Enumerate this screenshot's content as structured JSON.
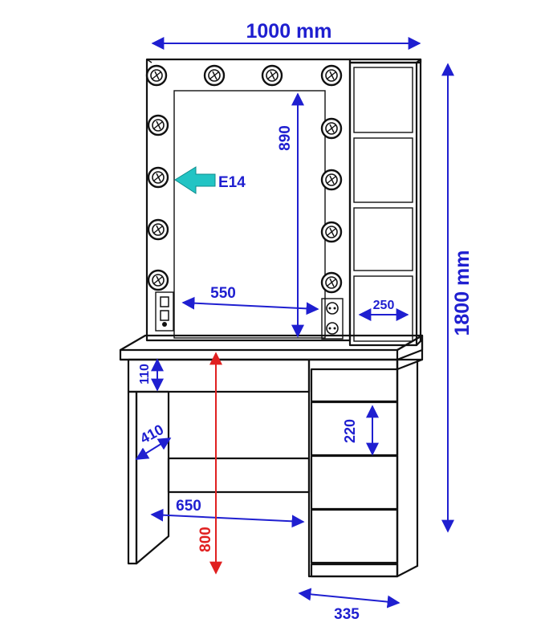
{
  "colors": {
    "dimension": "#1f1fd0",
    "height_dimension": "#e02020",
    "callout_arrow": "#22c4c4",
    "outline": "#111111"
  },
  "icons": {
    "bulb": "bulb-icon",
    "switch": "switch-icon",
    "socket": "socket-icon",
    "callout": "callout-arrow-icon"
  },
  "dimensions": {
    "total_width": "1000 mm",
    "total_height": "1800 mm",
    "mirror_height": "890",
    "mirror_width": "550",
    "shelf_width": "250",
    "drawer_height_top": "110",
    "depth": "410",
    "drawer_height": "220",
    "knee_width": "650",
    "table_height": "800",
    "cabinet_width": "335"
  },
  "callouts": {
    "bulb_type": "E14"
  }
}
